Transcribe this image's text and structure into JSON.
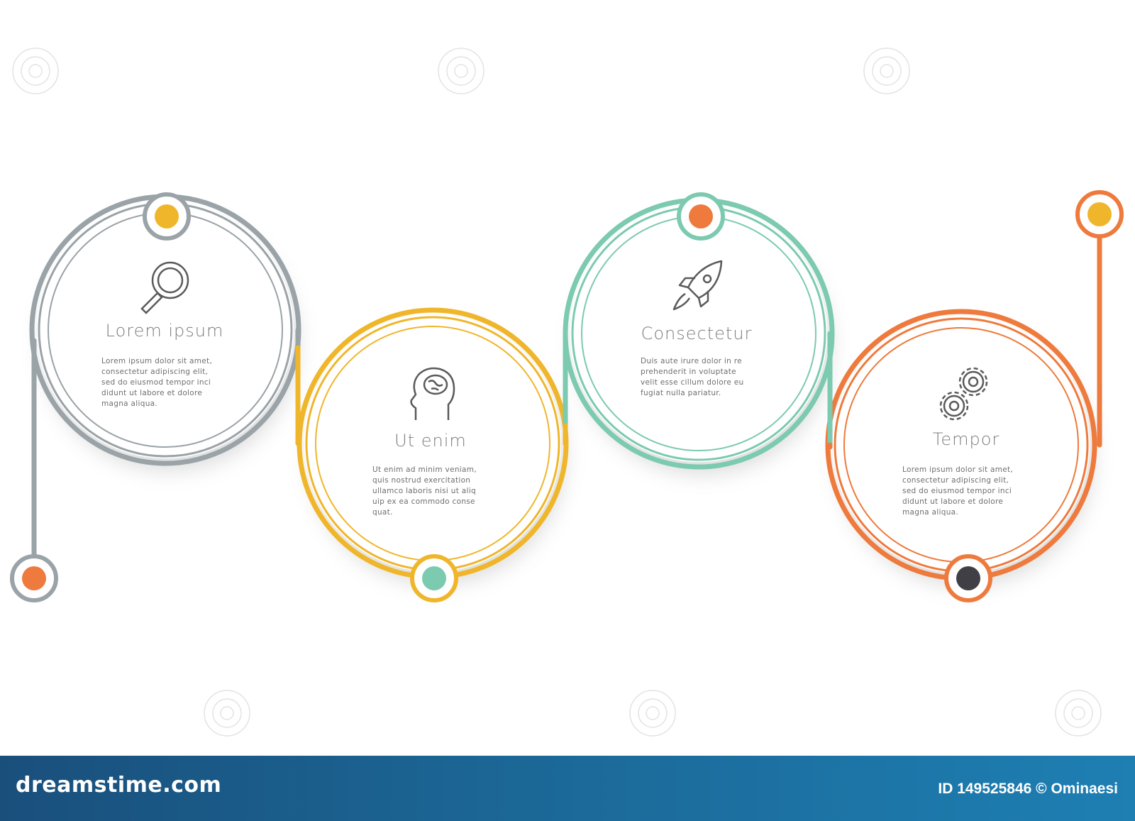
{
  "colors": {
    "gray": "#9aa3a7",
    "yellow": "#f0b62b",
    "teal": "#7ccab0",
    "orange": "#ee7a3d",
    "dark": "#3f3f45"
  },
  "steps": [
    {
      "title": "Lorem ipsum",
      "icon": "magnifier-icon",
      "text": "Lorem ipsum dolor sit amet,\nconsectetur adipiscing elit,\nsed do eiusmod tempor inci\ndidunt ut labore et dolore\nmagna aliqua."
    },
    {
      "title": "Ut enim",
      "icon": "brain-head-icon",
      "text": "Ut enim ad minim veniam,\nquis nostrud exercitation\nullamco laboris nisi ut aliq\nuip ex ea commodo conse\nquat."
    },
    {
      "title": "Consectetur",
      "icon": "rocket-icon",
      "text": "Duis aute irure dolor in re\nprehenderit in voluptate\nvelit esse cillum dolore eu\nfugiat nulla pariatur."
    },
    {
      "title": "Tempor",
      "icon": "gears-icon",
      "text": "Lorem ipsum dolor sit amet,\nconsectetur adipiscing elit,\nsed do eiusmod tempor inci\ndidunt ut labore et dolore\nmagna aliqua."
    }
  ],
  "footer": {
    "brand": "dreamstime.com",
    "id_text": "ID 149525846 © Ominaesi"
  }
}
